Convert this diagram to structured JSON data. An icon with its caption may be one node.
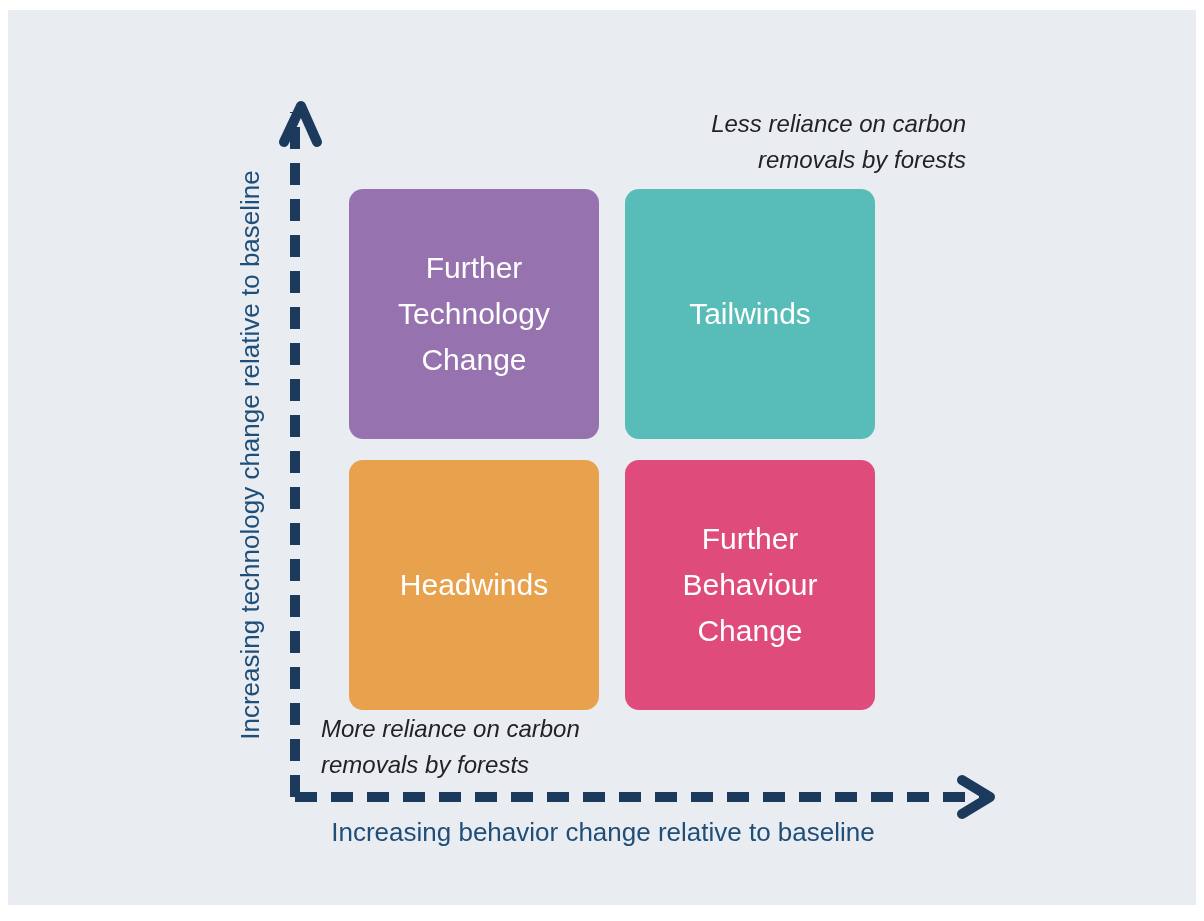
{
  "diagram": {
    "nodes": [
      {
        "text": [
          "Further Technology Change"
        ]
      },
      {
        "text": [
          "Tailwinds"
        ]
      },
      {
        "text": [
          "Headwinds"
        ]
      },
      {
        "text": [
          "Further Behaviour Change"
        ]
      }
    ],
    "labels": [
      "Less reliance on carbon removals by forests",
      "Increasing technology change relative to baseline",
      "More reliance on carbon removals by forests",
      "Increasing behavior change relative to baseline"
    ]
  }
}
